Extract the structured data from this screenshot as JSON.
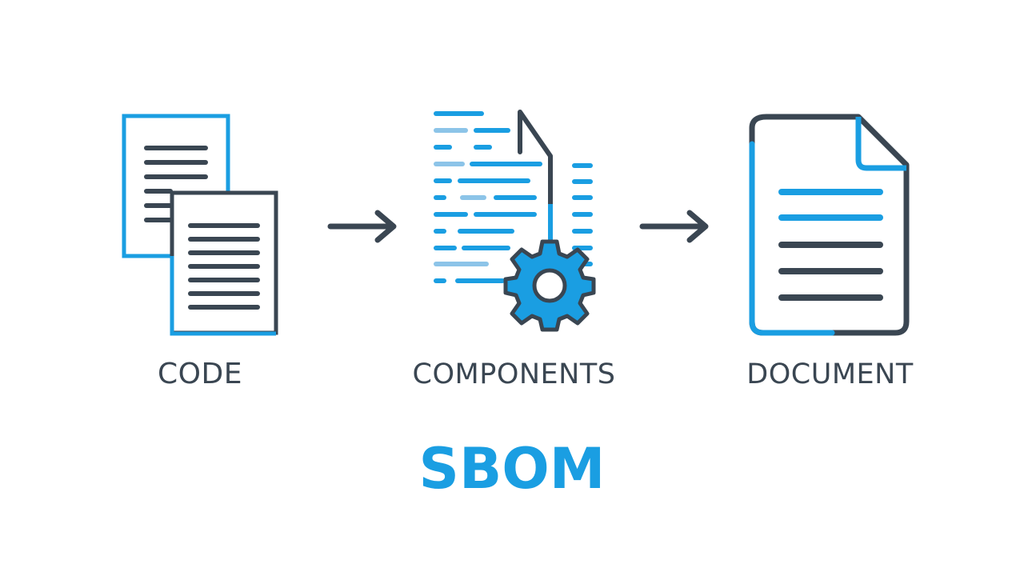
{
  "colors": {
    "blue": "#1a9ee2",
    "dark": "#3a4652",
    "light_blue": "#8cc4e8",
    "background": "#ffffff"
  },
  "stages": [
    {
      "label": "CODE",
      "icon": "code-files-icon"
    },
    {
      "label": "COMPONENTS",
      "icon": "components-gear-icon"
    },
    {
      "label": "DOCUMENT",
      "icon": "document-icon"
    }
  ],
  "connectors": [
    "arrow-right-icon",
    "arrow-right-icon"
  ],
  "title": "SBOM"
}
